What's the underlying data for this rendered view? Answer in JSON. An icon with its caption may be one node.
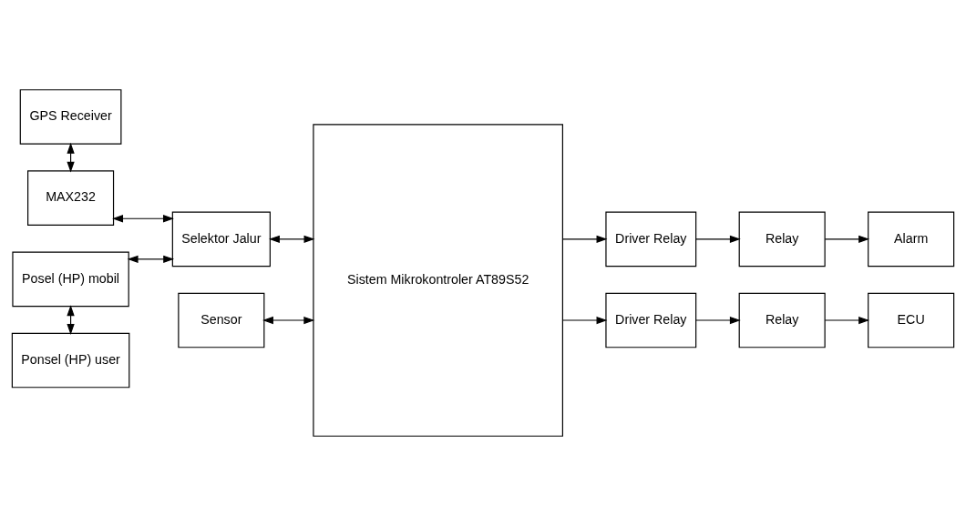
{
  "diagram": {
    "nodes": [
      {
        "text": [
          "GPS Receiver"
        ]
      },
      {
        "text": [
          "MAX232"
        ]
      },
      {
        "text": [
          "Selektor Jalur"
        ]
      },
      {
        "text": [
          "Posel (HP) mobil"
        ]
      },
      {
        "text": [
          "Ponsel (HP) user"
        ]
      },
      {
        "text": [
          "Sensor"
        ]
      },
      {
        "text": [
          "Sistem Mikrokontroler AT89S52"
        ]
      },
      {
        "text": [
          "Driver Relay"
        ]
      },
      {
        "text": [
          "Relay"
        ]
      },
      {
        "text": [
          "Alarm"
        ]
      },
      {
        "text": [
          "Driver Relay"
        ]
      },
      {
        "text": [
          "Relay"
        ]
      },
      {
        "text": [
          "ECU"
        ]
      }
    ],
    "edges": [
      {
        "from": 0,
        "to": 1,
        "arrow": "both"
      },
      {
        "from": 1,
        "to": 2,
        "arrow": "both"
      },
      {
        "from": 3,
        "to": 2,
        "arrow": "both"
      },
      {
        "from": 3,
        "to": 4,
        "arrow": "both"
      },
      {
        "from": 2,
        "to": 6,
        "arrow": "both"
      },
      {
        "from": 5,
        "to": 6,
        "arrow": "both"
      },
      {
        "from": 6,
        "to": 7,
        "arrow": "to"
      },
      {
        "from": 7,
        "to": 8,
        "arrow": "to"
      },
      {
        "from": 8,
        "to": 9,
        "arrow": "to"
      },
      {
        "from": 6,
        "to": 10,
        "arrow": "to"
      },
      {
        "from": 10,
        "to": 11,
        "arrow": "to"
      },
      {
        "from": 11,
        "to": 12,
        "arrow": "to"
      }
    ]
  }
}
